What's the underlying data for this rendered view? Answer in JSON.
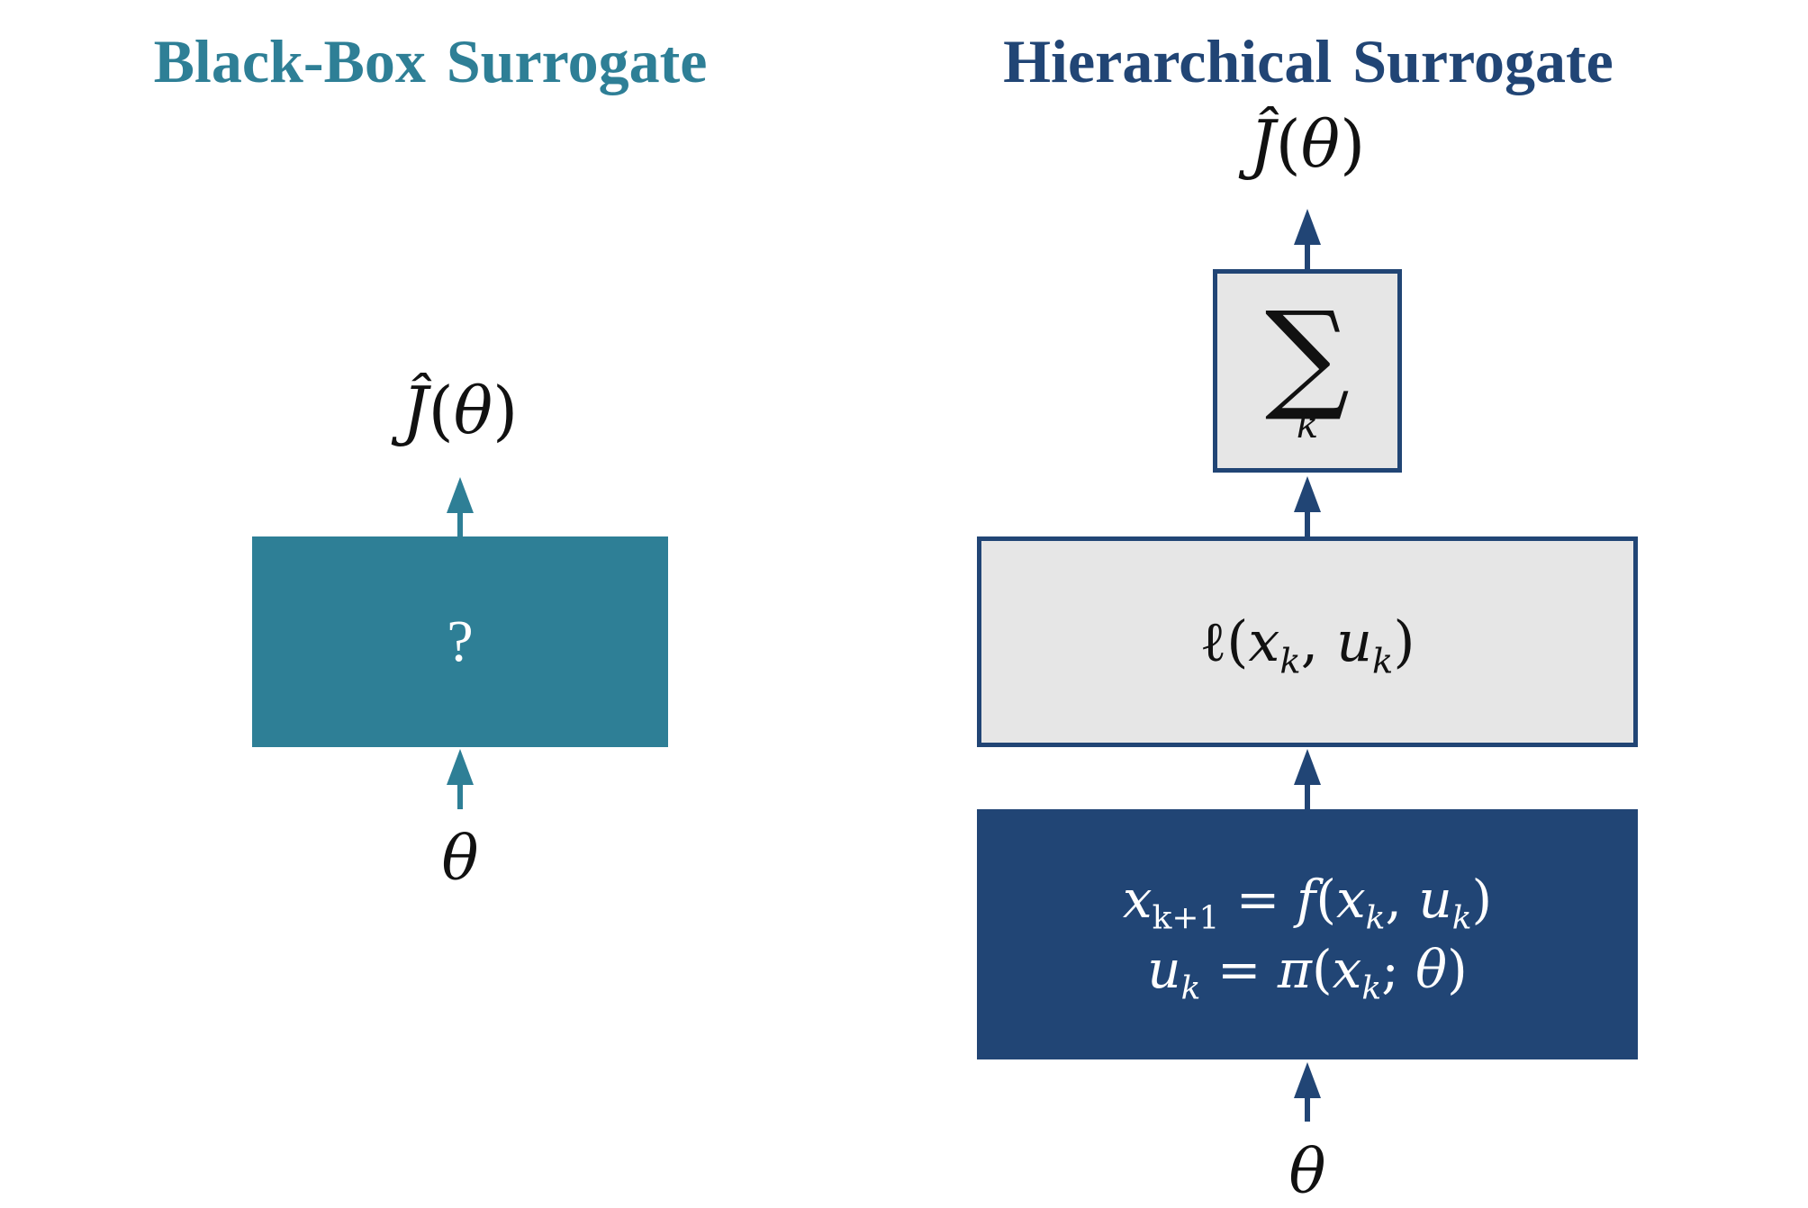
{
  "colors": {
    "teal": "#2e7f96",
    "navy": "#214575",
    "box_fill": "#e6e6e6"
  },
  "left_panel": {
    "title": "Black-Box Surrogate",
    "box_label": "?",
    "output_label": "Ĵ(θ)",
    "output_j": "Ĵ",
    "output_open": "(",
    "output_theta": "θ",
    "output_close": ")",
    "input_label": "θ"
  },
  "right_panel": {
    "title": "Hierarchical Surrogate",
    "output_j": "Ĵ",
    "output_open": "(",
    "output_theta": "θ",
    "output_close": ")",
    "sum_symbol": "∑",
    "sum_index": "k",
    "loss": {
      "func": "ℓ",
      "open": "(",
      "x": "x",
      "k1": "k",
      "comma": ", ",
      "u": "u",
      "k2": "k",
      "close": ")"
    },
    "dynamics": {
      "line1": {
        "x": "x",
        "sub": "k+1",
        "eq": " = ",
        "f": "f",
        "open": "(",
        "x2": "x",
        "k1": "k",
        "comma": ",  ",
        "u": "u",
        "k2": "k",
        "close": ")"
      },
      "line2": {
        "u": "u",
        "sub": "k",
        "eq": " = ",
        "pi": "π",
        "open": "(",
        "x": "x",
        "k1": "k",
        "semi": ";  ",
        "theta": "θ",
        "close": ")"
      }
    },
    "input_label": "θ"
  }
}
